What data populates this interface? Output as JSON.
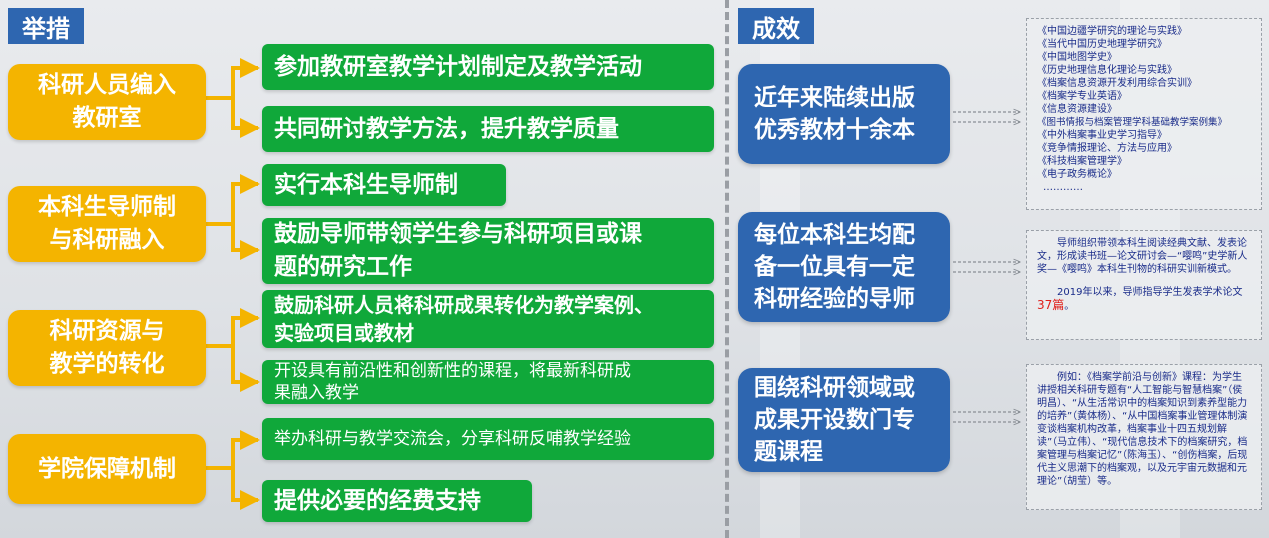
{
  "measures": {
    "header": "举措",
    "groups": [
      {
        "label": "科研人员编入\n教研室",
        "items": [
          "参加教研室教学计划制定及教学活动",
          "共同研讨教学方法，提升教学质量"
        ]
      },
      {
        "label": "本科生导师制\n与科研融入",
        "items": [
          "实行本科生导师制",
          "鼓励导师带领学生参与科研项目或课\n题的研究工作"
        ]
      },
      {
        "label": "科研资源与\n教学的转化",
        "items": [
          "鼓励科研人员将科研成果转化为教学案例、\n实验项目或教材",
          "开设具有前沿性和创新性的课程，将最新科研成\n果融入教学"
        ]
      },
      {
        "label": "学院保障机制",
        "items": [
          "举办科研与教学交流会，分享科研反哺教学经验",
          "提供必要的经费支持"
        ]
      }
    ]
  },
  "results": {
    "header": "成效",
    "items": [
      {
        "label": "近年来陆续出版\n优秀教材十余本",
        "note": {
          "list": [
            "《中国边疆学研究的理论与实践》",
            "《当代中国历史地理学研究》",
            "《中国地图学史》",
            "《历史地理信息化理论与实践》",
            "《档案信息资源开发利用综合实训》",
            "《档案学专业英语》",
            "《信息资源建设》",
            "《图书情报与档案管理学科基础教学案例集》",
            "《中外档案事业史学习指导》",
            "《竞争情报理论、方法与应用》",
            "《科技档案管理学》",
            "《电子政务概论》",
            "…………"
          ]
        }
      },
      {
        "label": "每位本科生均配\n备一位具有一定\n科研经验的导师",
        "note": {
          "p1": "导师组织带领本科生阅读经典文献、发表论文，形成读书班—论文研讨会—“嘤鸣”史学新人奖—《嘤鸣》本科生刊物的科研实训新模式。",
          "p2": "2019年以来，导师指导学生发表学术论文",
          "highlight": "37篇",
          "p2_end": "。"
        }
      },
      {
        "label": "围绕科研领域或\n成果开设数门专\n题课程",
        "note": {
          "text": "例如：《档案学前沿与创新》课程：为学生讲授相关科研专题有“人工智能与智慧档案”（侯明昌）、“从生活常识中的档案知识到素养型能力的培养”（黄体杨）、“从中国档案事业管理体制演变谈档案机构改革，档案事业十四五规划解读”（马立伟）、“现代信息技术下的档案研究，档案管理与档案记忆”（陈海玉）、“创伤档案，后现代主义思潮下的档案观，以及元宇宙元数据和元理论”（胡莹）等。"
        }
      }
    ]
  },
  "colors": {
    "yellow": "#f4b400",
    "green": "#10a83a",
    "blue": "#2e66b0",
    "highlight_red": "#e0201b"
  }
}
